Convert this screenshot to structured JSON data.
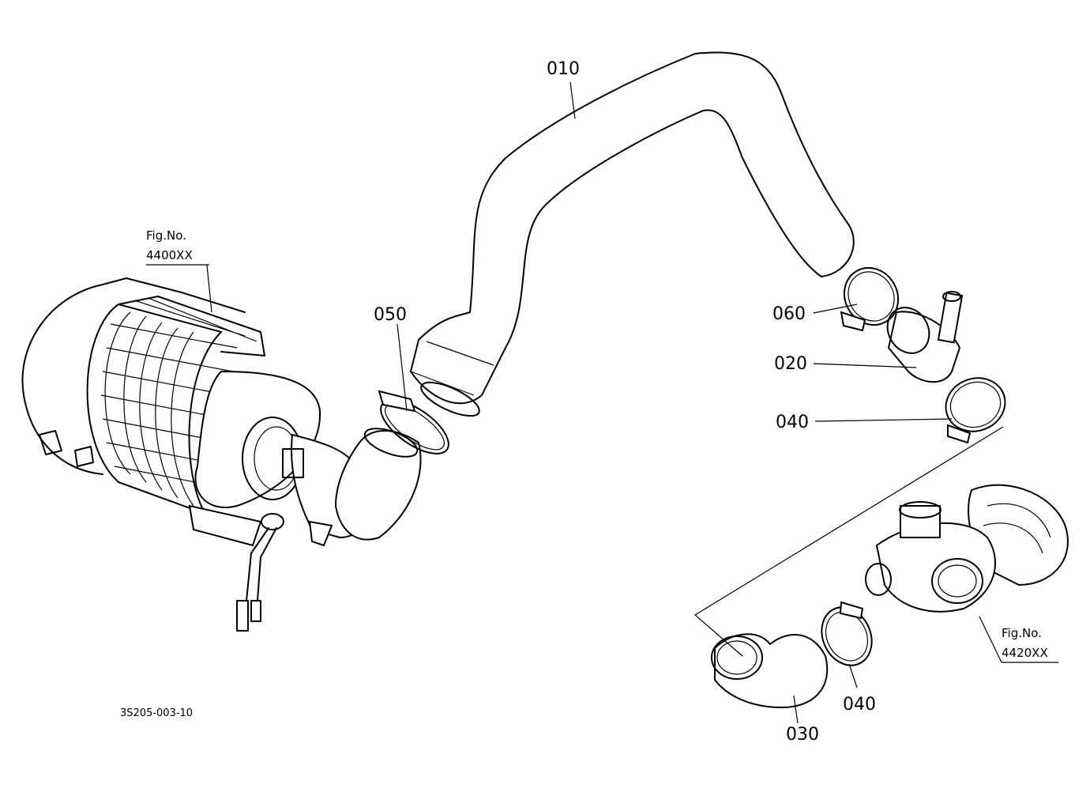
{
  "drawing_id": "3S205-003-10",
  "parts": [
    {
      "number": "010"
    },
    {
      "number": "020"
    },
    {
      "number": "030"
    },
    {
      "number": "040"
    },
    {
      "number": "040"
    },
    {
      "number": "050"
    },
    {
      "number": "060"
    }
  ],
  "figure_refs": [
    {
      "label": "Fig.No.",
      "number": "4400XX"
    },
    {
      "label": "Fig.No.",
      "number": "4420XX"
    }
  ]
}
